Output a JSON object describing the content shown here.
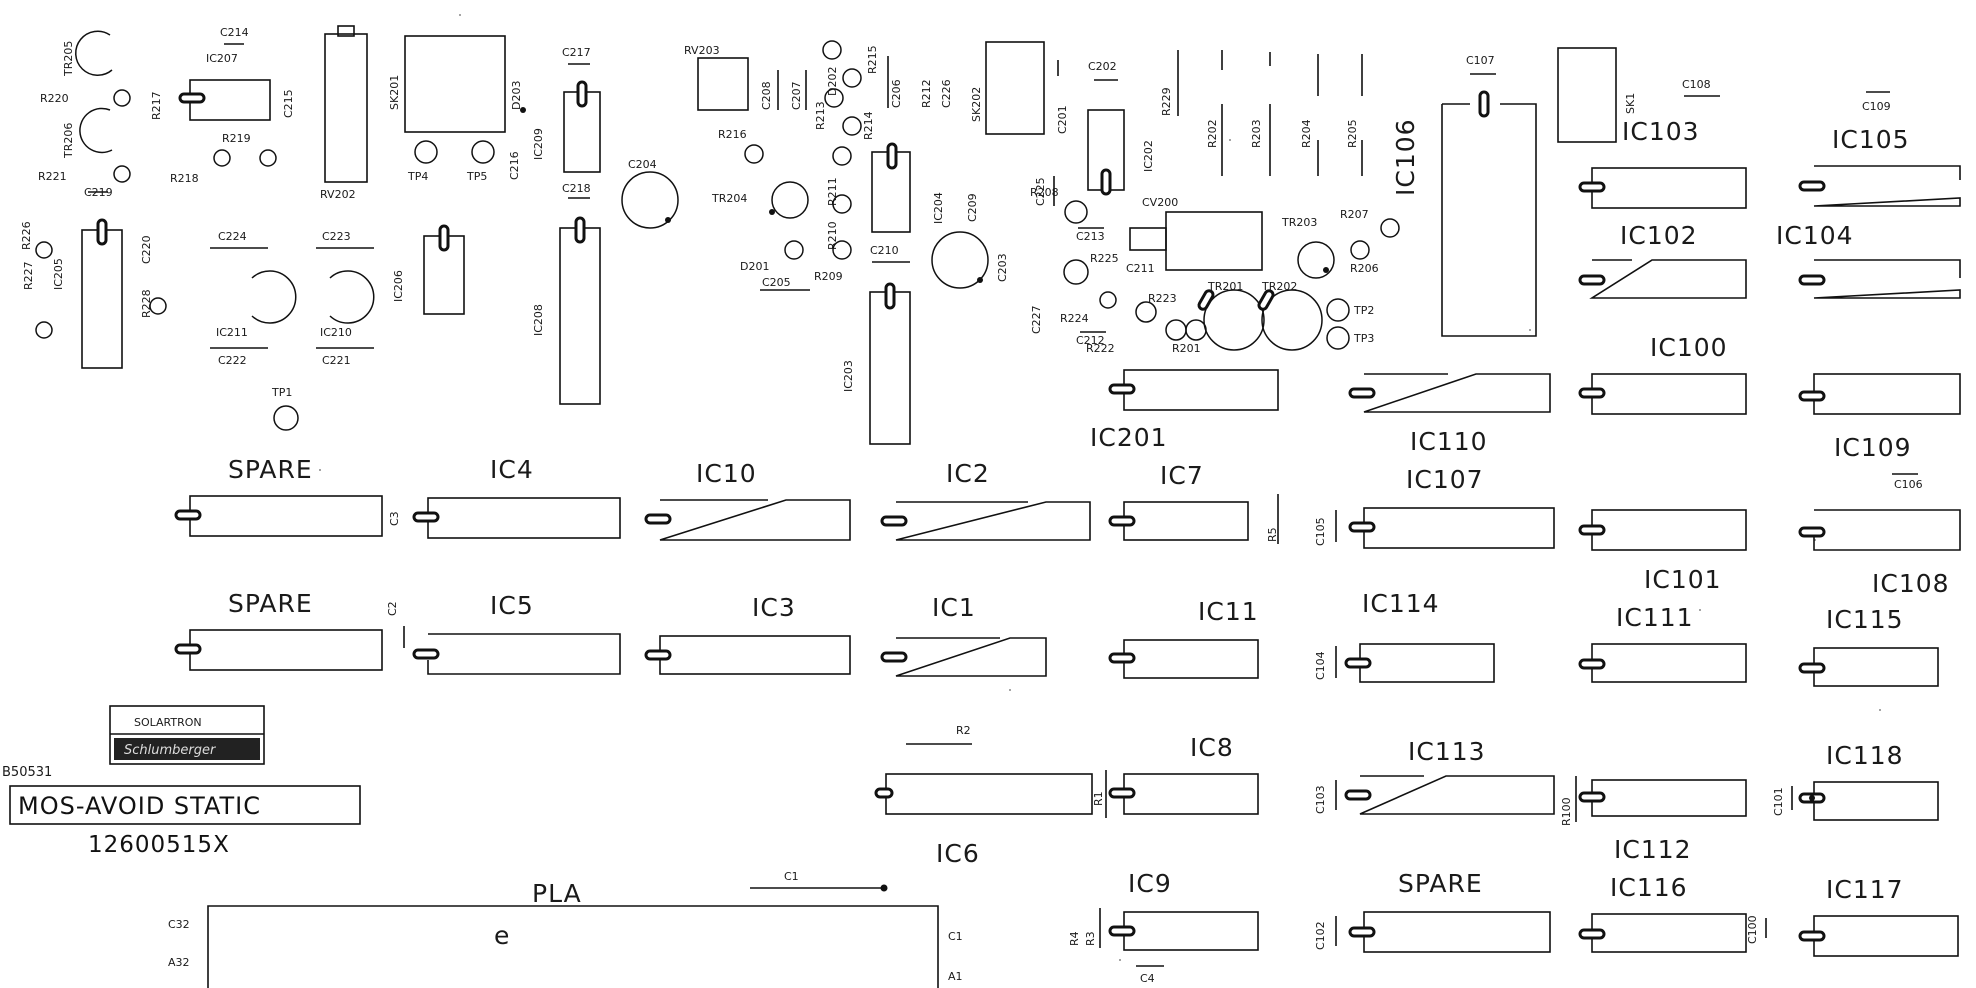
{
  "board": {
    "part_number": "B50531",
    "assembly_number": "12600515X",
    "warning": "MOS-AVOID STATIC",
    "logo_top": "SOLARTRON",
    "logo_bottom": "Schlumberger",
    "pla": {
      "label": "PLA",
      "mark": "e",
      "pin_c32": "C32",
      "pin_a32": "A32",
      "pin_c1": "C1",
      "pin_a1": "A1"
    }
  },
  "ic_labels": {
    "SPARE1": "SPARE",
    "SPARE2": "SPARE",
    "SPARE3": "SPARE",
    "IC4": "IC4",
    "IC10": "IC10",
    "IC2": "IC2",
    "IC7": "IC7",
    "IC5": "IC5",
    "IC3": "IC3",
    "IC1": "IC1",
    "IC11": "IC11",
    "IC8": "IC8",
    "IC6": "IC6",
    "IC9": "IC9",
    "IC201": "IC201",
    "IC110": "IC110",
    "IC107": "IC107",
    "IC109": "IC109",
    "IC114": "IC114",
    "IC101": "IC101",
    "IC111": "IC111",
    "IC108": "IC108",
    "IC115": "IC115",
    "IC113": "IC113",
    "IC118": "IC118",
    "IC112": "IC112",
    "IC116": "IC116",
    "IC117": "IC117",
    "IC103": "IC103",
    "IC105": "IC105",
    "IC102": "IC102",
    "IC104": "IC104",
    "IC100": "IC100",
    "IC106": "IC106"
  },
  "small_labels": {
    "C214": "C214",
    "IC207": "IC207",
    "TR205": "TR205",
    "R220": "R220",
    "R217": "R217",
    "TR206": "TR206",
    "R221": "R221",
    "C215": "C215",
    "R219": "R219",
    "R218": "R218",
    "C219": "C219",
    "RV202": "RV202",
    "SK201": "SK201",
    "D203": "D203",
    "TP4": "TP4",
    "TP5": "TP5",
    "C216": "C216",
    "IC209": "IC209",
    "C217": "C217",
    "C218": "C218",
    "C204": "C204",
    "R226": "R226",
    "IC205": "IC205",
    "C220": "C220",
    "R227": "R227",
    "R228": "R228",
    "C224": "C224",
    "C223": "C223",
    "IC211": "IC211",
    "IC210": "IC210",
    "C222": "C222",
    "C221": "C221",
    "IC206": "IC206",
    "IC208": "IC208",
    "TP1": "TP1",
    "RV203": "RV203",
    "C208": "C208",
    "C207": "C207",
    "R213": "R213",
    "D202": "D202",
    "R215": "R215",
    "R214": "R214",
    "C206": "C206",
    "R212": "R212",
    "C226": "C226",
    "SK202": "SK202",
    "R216": "R216",
    "R211": "R211",
    "TR204": "TR204",
    "R210": "R210",
    "IC204": "IC204",
    "C209": "C209",
    "D201": "D201",
    "C205": "C205",
    "R209": "R209",
    "C210": "C210",
    "IC203": "IC203",
    "C203": "C203",
    "C201": "C201",
    "C202": "C202",
    "IC202": "IC202",
    "R229": "R229",
    "R202": "R202",
    "R203": "R203",
    "R204": "R204",
    "R205": "R205",
    "C225": "C225",
    "R208": "R208",
    "CV200": "CV200",
    "C213": "C213",
    "R225": "R225",
    "C211": "C211",
    "R224": "R224",
    "R223": "R223",
    "C227": "C227",
    "C212": "C212",
    "R222": "R222",
    "R201": "R201",
    "TR201": "TR201",
    "TR202": "TR202",
    "TR203": "TR203",
    "R207": "R207",
    "R206": "R206",
    "TP2": "TP2",
    "TP3": "TP3",
    "C107": "C107",
    "SK1": "SK1",
    "C108": "C108",
    "C109": "C109",
    "C106": "C106",
    "C3": "C3",
    "C2": "C2",
    "R5": "R5",
    "C105": "C105",
    "C104": "C104",
    "R2": "R2",
    "R1": "R1",
    "C103": "C103",
    "R100": "R100",
    "C101": "C101",
    "C1": "C1",
    "R4": "R4",
    "R3": "R3",
    "C4": "C4",
    "C102": "C102",
    "C100": "C100"
  }
}
